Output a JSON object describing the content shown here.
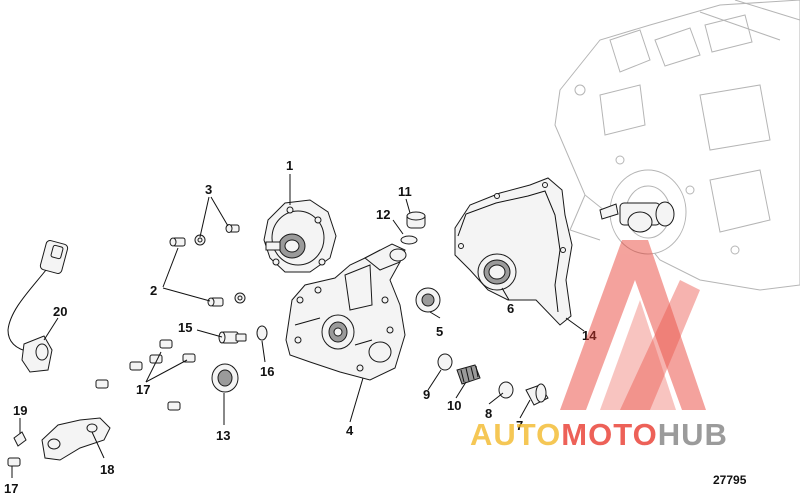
{
  "callouts": {
    "c1": "1",
    "c2": "2",
    "c3": "3",
    "c4": "4",
    "c5": "5",
    "c6": "6",
    "c7": "7",
    "c8": "8",
    "c9": "9",
    "c10": "10",
    "c11": "11",
    "c12": "12",
    "c13": "13",
    "c14": "14",
    "c15": "15",
    "c16": "16",
    "c17a": "17",
    "c17b": "17",
    "c18": "18",
    "c19": "19",
    "c20": "20"
  },
  "figure_number": "27795",
  "watermark": {
    "auto": "AUTO",
    "moto": "MOTO",
    "hub": "HUB",
    "colors": {
      "auto": "#f2b92a",
      "moto": "#e8392e",
      "hub": "#8a8a8a"
    }
  }
}
